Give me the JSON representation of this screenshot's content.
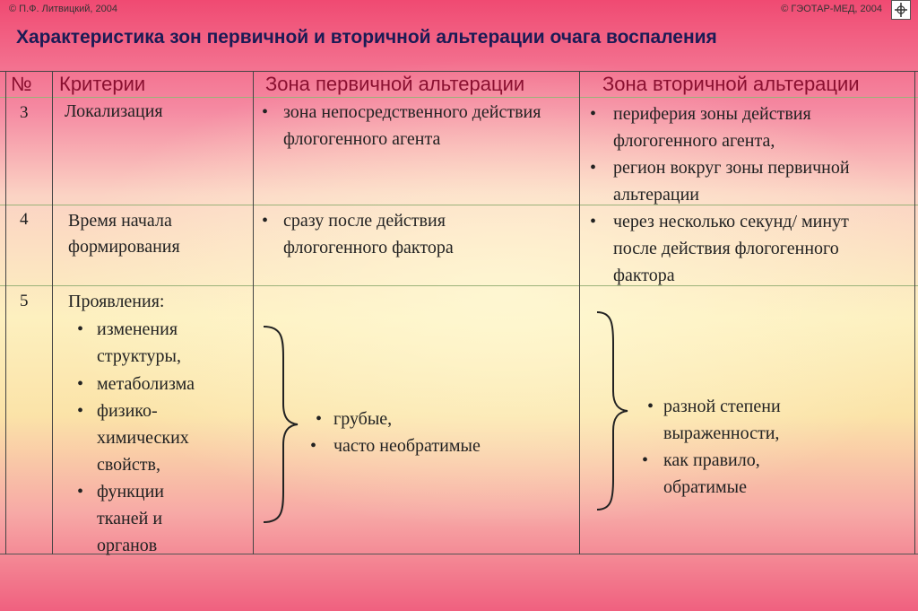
{
  "copyright_left": "© П.Ф. Литвицкий, 2004",
  "copyright_right": "© ГЭОТАР-МЕД, 2004",
  "title": "Характеристика зон первичной и вторичной альтерации очага  воспаления",
  "headers": {
    "num": "№",
    "criteria": "Критерии",
    "primary": "Зона первичной альтерации",
    "secondary": "Зона вторичной альтерации"
  },
  "rows": [
    {
      "num": "3",
      "criterion": "Локализация",
      "primary": [
        "зона непосредственного действия флогогенного агента"
      ],
      "secondary": [
        "периферия зоны действия флогогенного агента,",
        "регион вокруг зоны первичной альтерации"
      ]
    },
    {
      "num": "4",
      "criterion": "Время начала формирования",
      "primary": [
        "сразу после действия флогогенного фактора"
      ],
      "secondary": [
        "через несколько секунд/ минут после действия флогогенного фактора"
      ]
    },
    {
      "num": "5",
      "criterion": "Проявления:",
      "criterion_items": [
        "изменения структуры,",
        "метаболизма",
        "физико-химических свойств,",
        "функции тканей и органов"
      ],
      "primary": [
        "грубые,",
        "часто  необратимые"
      ],
      "secondary": [
        "разной степени выраженности,",
        "как правило, обратимые"
      ]
    }
  ],
  "bullet": "•"
}
